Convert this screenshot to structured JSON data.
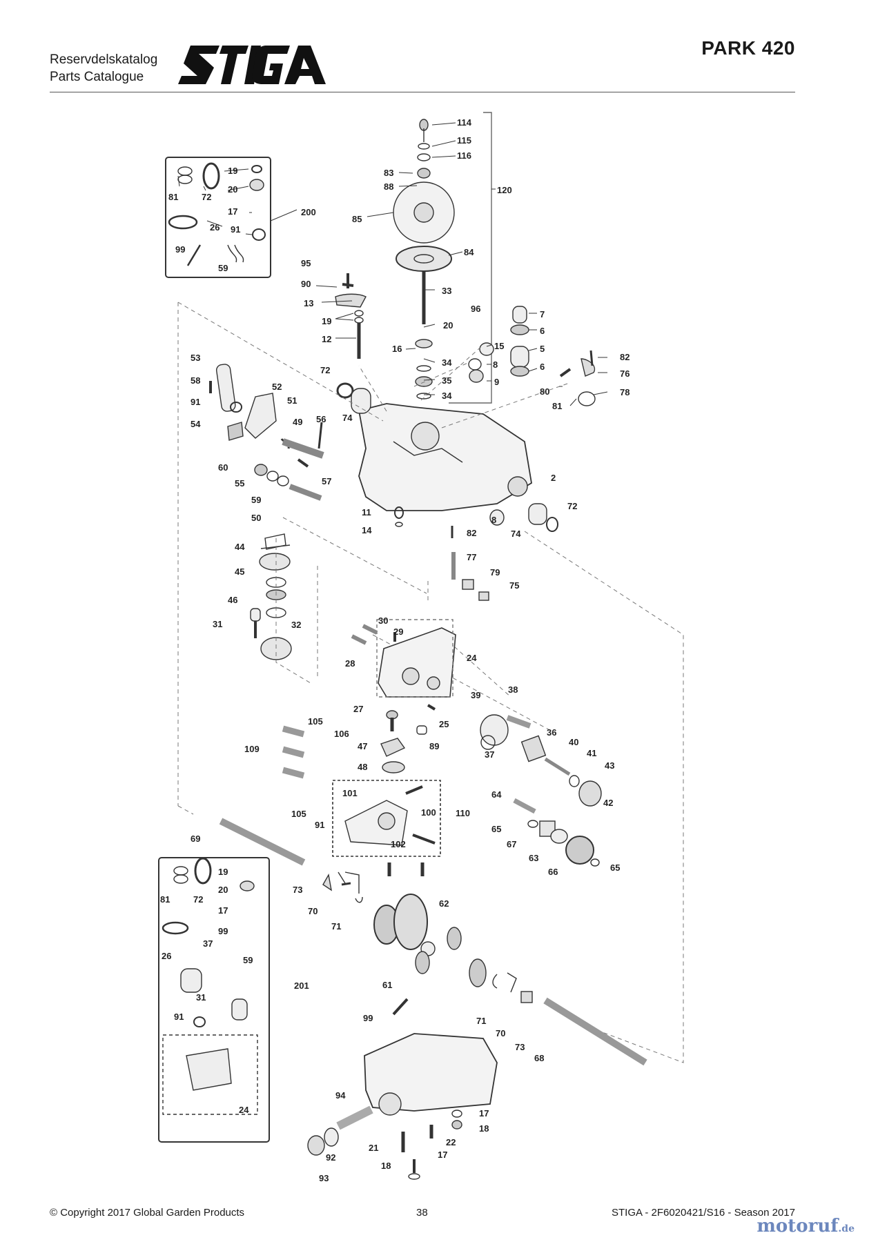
{
  "header": {
    "catalog_sv": "Reservdelskatalog",
    "catalog_en": "Parts Catalogue",
    "brand": "STIGA",
    "model": "PARK 420"
  },
  "diagram": {
    "part_labels": [
      "114",
      "115",
      "116",
      "83",
      "88",
      "120",
      "85",
      "84",
      "95",
      "90",
      "13",
      "19",
      "12",
      "33",
      "96",
      "20",
      "16",
      "34",
      "35",
      "7",
      "6",
      "5",
      "15",
      "8",
      "9",
      "82",
      "76",
      "80",
      "78",
      "81",
      "200",
      "72",
      "26",
      "91",
      "17",
      "99",
      "59",
      "53",
      "58",
      "52",
      "51",
      "49",
      "56",
      "54",
      "74",
      "60",
      "55",
      "50",
      "57",
      "11",
      "14",
      "2",
      "44",
      "45",
      "46",
      "31",
      "32",
      "77",
      "79",
      "75",
      "30",
      "29",
      "28",
      "24",
      "27",
      "25",
      "89",
      "47",
      "48",
      "109",
      "105",
      "106",
      "101",
      "100",
      "110",
      "102",
      "39",
      "38",
      "36",
      "37",
      "40",
      "41",
      "43",
      "42",
      "64",
      "65",
      "67",
      "63",
      "66",
      "69",
      "73",
      "70",
      "71",
      "62",
      "61",
      "201",
      "94",
      "92",
      "93",
      "21",
      "22",
      "18",
      "68"
    ]
  },
  "footer": {
    "copyright": "© Copyright 2017 Global Garden Products",
    "page": "38",
    "doc_ref": "STIGA - 2F6020421/S16 - Season 2017"
  },
  "watermark": {
    "text": "motoruf",
    "suffix": ".de"
  }
}
